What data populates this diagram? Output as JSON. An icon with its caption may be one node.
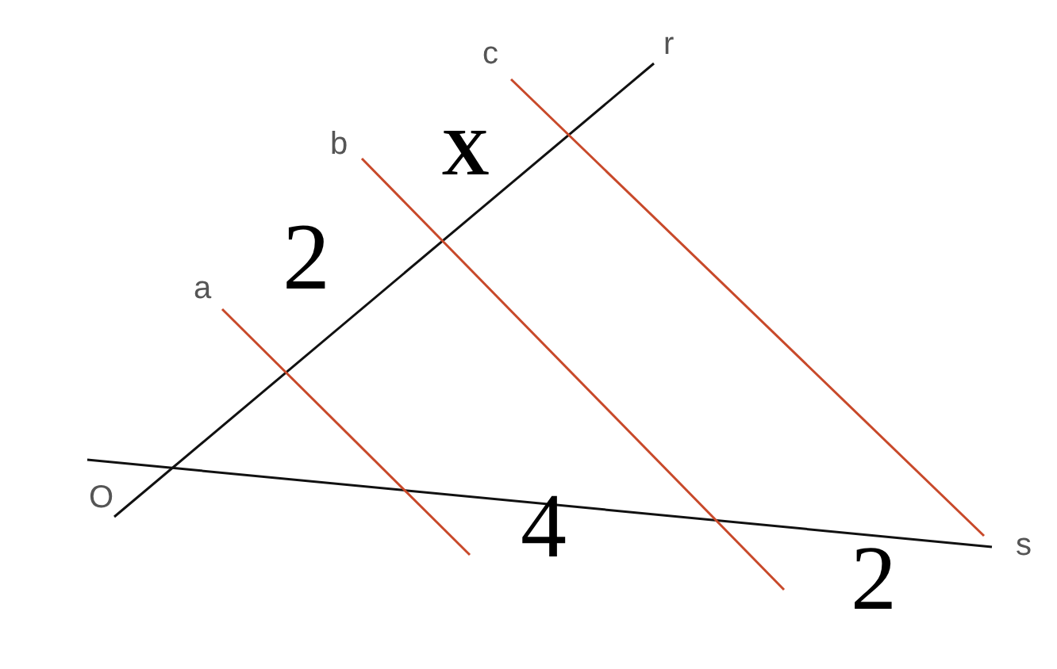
{
  "diagram": {
    "labels": [
      "c",
      "r",
      "b",
      "X",
      "2",
      "a",
      "O",
      "4",
      "2",
      "s"
    ]
  }
}
